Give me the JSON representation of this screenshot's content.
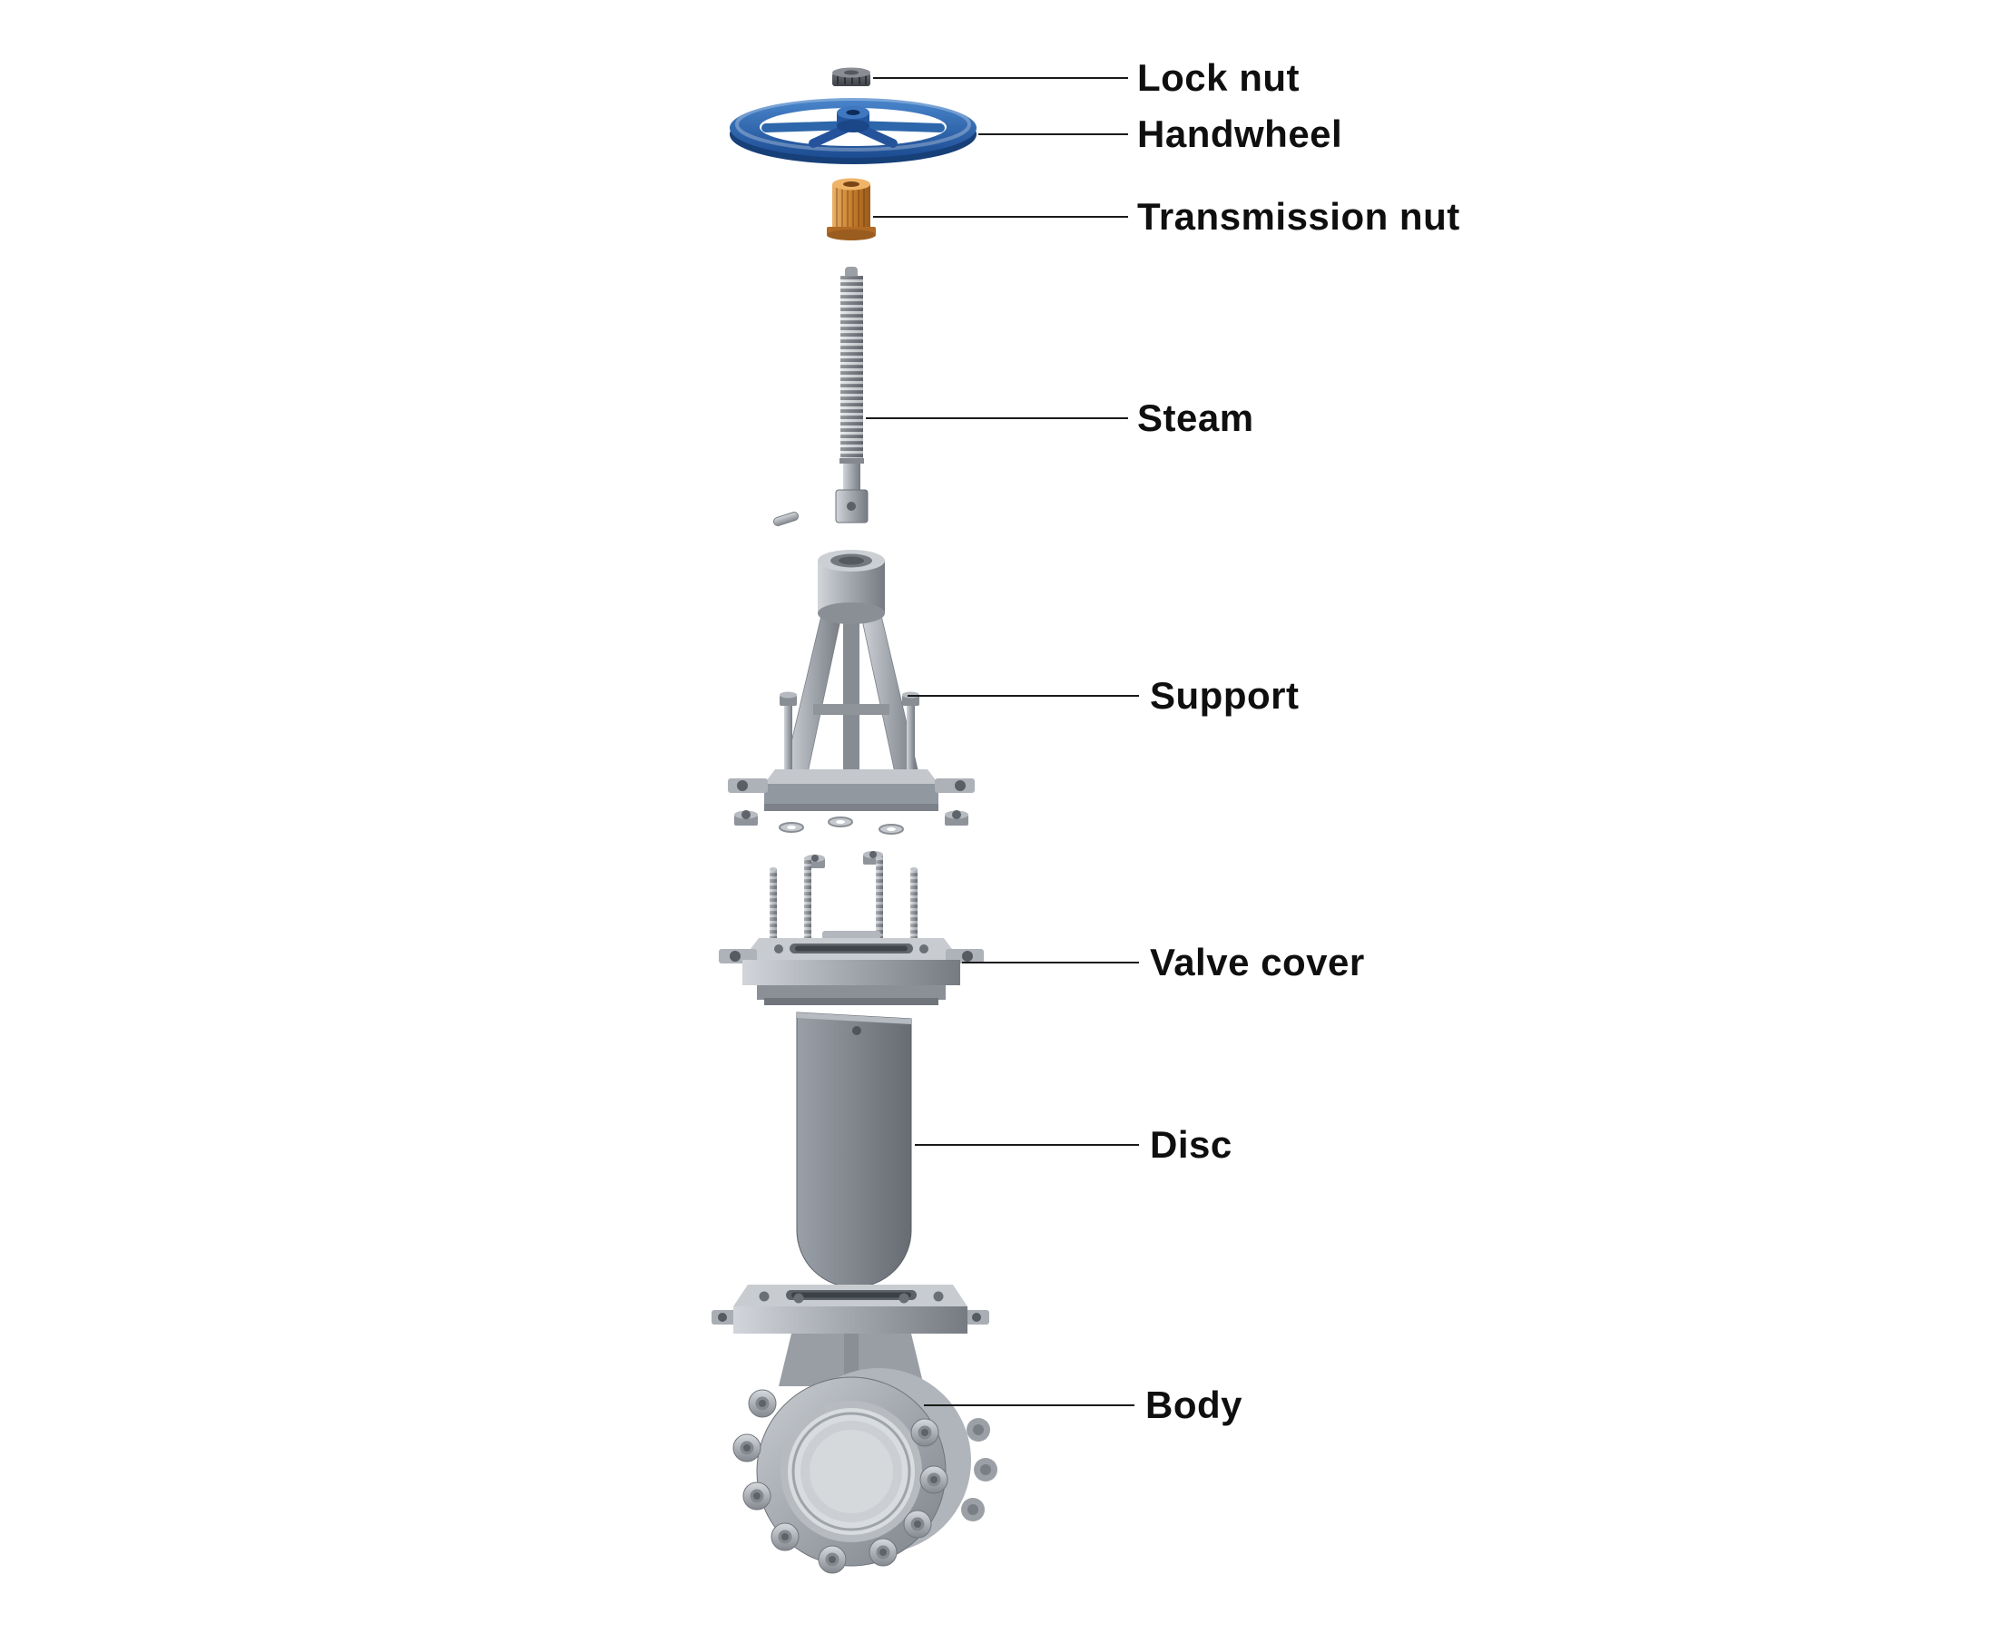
{
  "diagram": {
    "kind": "exploded-parts-diagram",
    "background_color": "#ffffff",
    "label_color": "#0f0f0f",
    "leader_line_color": "#1a1a1a",
    "accent_colors": {
      "handwheel_blue": "#2b62ad",
      "transmission_nut_brass": "#c07c33",
      "metal_gray": "#a6abb1"
    },
    "parts": [
      {
        "id": "lock-nut",
        "label": "Lock nut"
      },
      {
        "id": "handwheel",
        "label": "Handwheel"
      },
      {
        "id": "transmission-nut",
        "label": "Transmission nut"
      },
      {
        "id": "steam",
        "label": "Steam"
      },
      {
        "id": "support",
        "label": "Support"
      },
      {
        "id": "valve-cover",
        "label": "Valve cover"
      },
      {
        "id": "disc",
        "label": "Disc"
      },
      {
        "id": "body",
        "label": "Body"
      }
    ]
  }
}
